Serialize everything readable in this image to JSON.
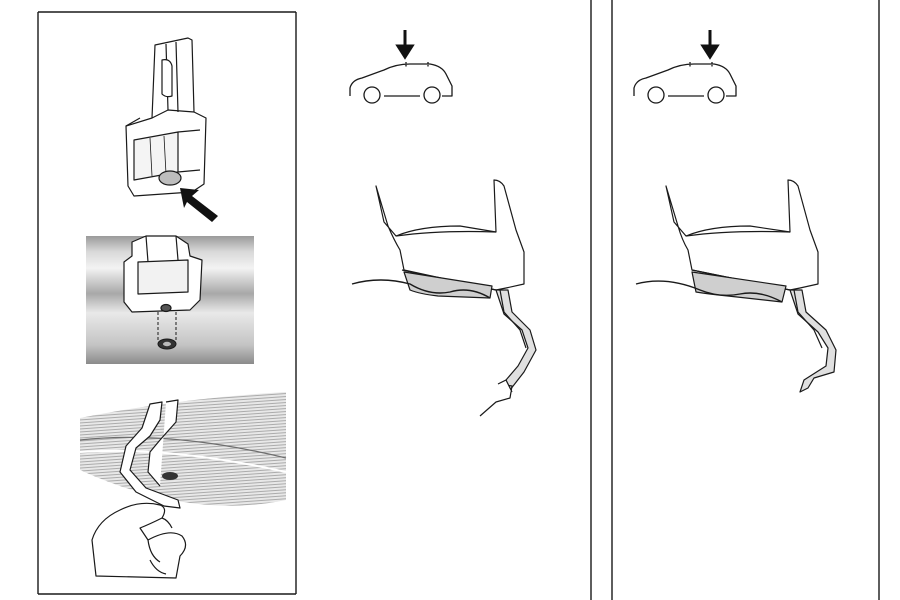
{
  "figure": {
    "panels": [
      {
        "id": "left-detail-panel",
        "steps": [
          "foot-with-hole",
          "bar-screw-alignment",
          "hand-mounting-clip"
        ]
      },
      {
        "id": "middle-fitting-panel",
        "car_icon": "hatchback-car-icon",
        "arrow_icon": "down-arrow-icon"
      },
      {
        "id": "right-fitting-panel",
        "car_icon": "hatchback-car-icon",
        "arrow_icon": "down-arrow-icon"
      }
    ],
    "colors": {
      "line": "#1a1a1a",
      "pad_fill": "#cfcfcf",
      "bar_dark": "#8e8e8e",
      "bar_light": "#e6e6e6",
      "roof_hatch": "#b4b4b4"
    }
  }
}
